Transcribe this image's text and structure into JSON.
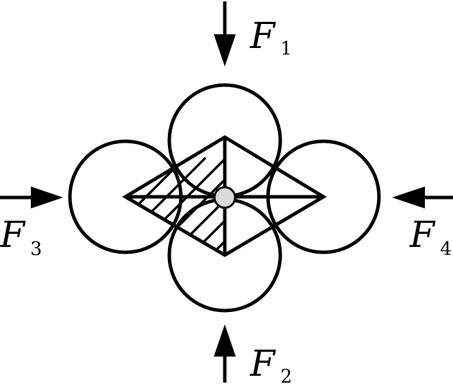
{
  "diagram": {
    "colors": {
      "stroke": "#000000",
      "background": "#ffffff",
      "pivot_fill": "#d9d9d9"
    },
    "forces": [
      {
        "id": "f1",
        "symbol": "F",
        "subscript": "1",
        "direction": "down"
      },
      {
        "id": "f2",
        "symbol": "F",
        "subscript": "2",
        "direction": "up"
      },
      {
        "id": "f3",
        "symbol": "F",
        "subscript": "3",
        "direction": "right"
      },
      {
        "id": "f4",
        "symbol": "F",
        "subscript": "4",
        "direction": "left"
      }
    ]
  }
}
